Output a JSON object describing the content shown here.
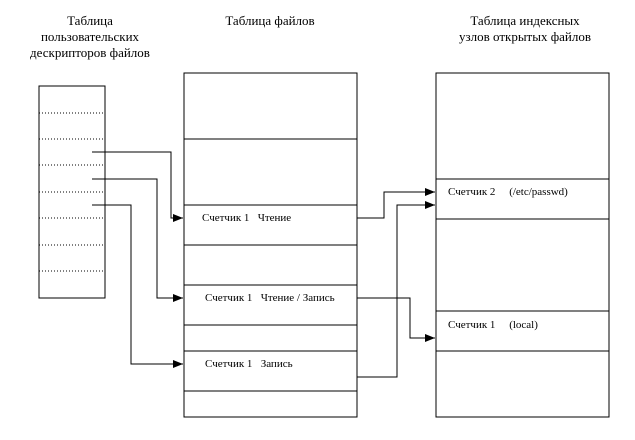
{
  "titles": {
    "user_descriptors": "Таблица\nпользовательских\nдескрипторов файлов",
    "file_table": "Таблица файлов",
    "inode_table": "Таблица индексных\nузлов открытых файлов"
  },
  "file_table": {
    "entries": [
      {
        "counter": "Счетчик 1",
        "mode": "Чтение"
      },
      {
        "counter": "Счетчик 1",
        "mode": "Чтение / Запись"
      },
      {
        "counter": "Счетчик 1",
        "mode": "Запись"
      }
    ]
  },
  "inode_table": {
    "entries": [
      {
        "counter": "Счетчик 2",
        "name": "(/etc/passwd)"
      },
      {
        "counter": "Счетчик 1",
        "name": "(local)"
      }
    ]
  },
  "colors": {
    "line": "#000000",
    "dotted": "#000000",
    "background": "#ffffff"
  }
}
